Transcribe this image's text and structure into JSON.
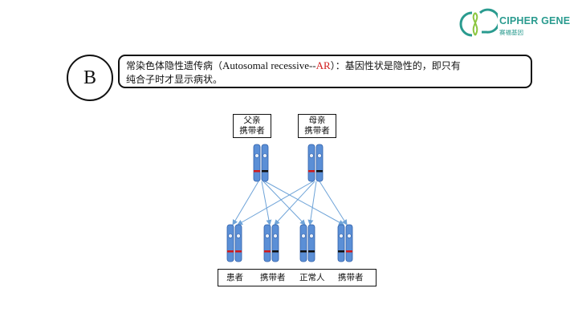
{
  "logo": {
    "brand_text": "CIPHER GENE",
    "brand_text_cn": "赛福基因",
    "brand_color": "#2a9b8f",
    "accent_color": "#8cc63f"
  },
  "section_letter": "B",
  "title": {
    "part1": "常染色体隐性遗传病（",
    "part2_latin": "Autosomal recessive--",
    "part3_ar": "AR",
    "part4": "）：基因性状是隐性的，即只有",
    "line2": "纯合子时才显示病状。",
    "ar_color": "#d11a1a"
  },
  "parents": [
    {
      "line1": "父亲",
      "line2": "携带者"
    },
    {
      "line1": "母亲",
      "line2": "携带者"
    }
  ],
  "offspring": [
    "患者",
    "携带者",
    "正常人",
    "携带者"
  ],
  "colors": {
    "chromosome": "#5b8fd6",
    "chromosome_dark": "#2f5fa8",
    "mutant_band": "#d11a1a",
    "normal_band": "#111111",
    "arrow": "#6ea3d8"
  }
}
